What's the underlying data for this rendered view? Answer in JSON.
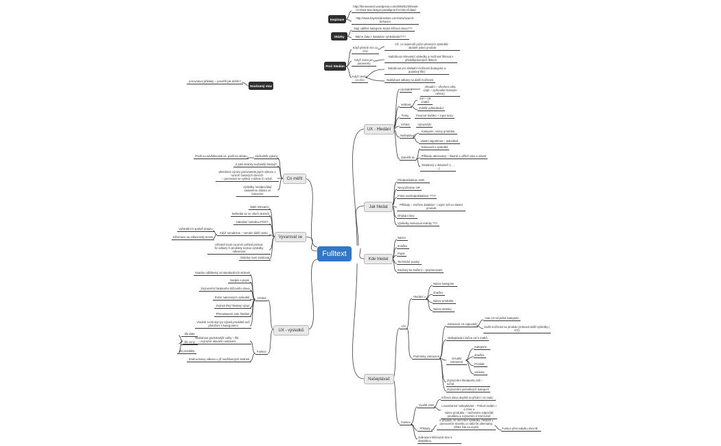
{
  "root": "Fulltext",
  "top_right": {
    "inspirace": {
      "title": "Inspirace",
      "links": [
        "http://themeanest.wordpress.com/2008/01/29/seek-\nor-show-two-design-paradigms-for-lots-of-data/",
        "http://www.baymardinstitute.com/view/search-\nbehavior"
      ]
    },
    "otazky": {
      "title": "Otázky",
      "items": [
        "Mají odlišné kategorie stejná klíčová slova???",
        "Máme data z databáze vyhledávání???"
      ]
    },
    "proc": {
      "title": "Proč hledám",
      "items": [
        "Když přesně vím co chci",
        "Cíl: co nejmenší počet přesných výsledků -\nideálně jeden produkt",
        "Když znám jen parametry",
        "Nabídnout relevantní výsledky a možnost filtrovat v\npředpřipravených filtrech",
        "Když nevím co chci",
        "Nabídnout jen základní možnosti (kategorie a\npodobný filtr)",
        "Nabídnout odkazy na další možnosti"
      ]
    }
  },
  "soucasny": {
    "title": "Současný stav",
    "text": "porovnávej příklady – prověřit jak dobře?"
  },
  "ux_hledani": {
    "title": "UX - Hledání",
    "items": [
      "Umístění",
      "Aktuální – všechen rahu\n(zajít – vyzkoušet hotovým rahem)",
      "Velikost",
      "min – 25 znaků",
      "Zvětšit vyhledávání",
      "Prvky",
      "Povinné tlačítko + input textu",
      "Vzhled",
      "Výraznější",
      "Našeptávač",
      "Kategorie, názvy produktu",
      "vlastní algoritmus – jednotlivě",
      "Relevanční výsledků",
      "Příklady, alternativy – hlavně v užších slov a návrsí",
      "Zkratkový v dotazech (... , ...)",
      "Zaměřit se"
    ]
  },
  "jak_hledat": {
    "title": "Jak hledat",
    "items": [
      "Předpokládáme AND",
      "Nevyužíváme OR",
      "Fráze nepředpokládáme ????",
      "Příklady – tvoříme databázi – nejvíc lidí na vlastní\nprodukt",
      "Ohýbání slov",
      "Výsledky indexovat rebrály ???"
    ]
  },
  "kde_hledat": {
    "title": "Kde hledat",
    "items": [
      "Název",
      "Značka",
      "Popis",
      "Technické popisy",
      "Soubory ke stažení – (pojmenovat)"
    ]
  },
  "naseptavac": {
    "title": "Našeptávač",
    "items": [
      "UX",
      "Hledání v",
      "Název kategorie",
      "Značka",
      "Název produktu",
      "Název stránky",
      "Zobrazení 10 odpovědí",
      "max 10 od jedné kategorie",
      "Další možnosti na produkt (zobrazit další výsledky (\n8?))",
      "Našeptávání začne od 3 znaků",
      "Vizuální zobrazení",
      "Kategorie",
      "Značka",
      "Produkt",
      "Stránka",
      "Zvýraznění hledaného klíč – tučné",
      "Zvýraznění jednotlivých kategorií",
      "Podmínky zobrazení",
      "Funkce",
      "Využití AND",
      "Klíčová slova doplnit za přední i za zadu",
      "Levostranné našeptávání – Pokud zadám i a 3 kw a\nnázev produktu – zachovám odpovídá\nprodůkta a zvýrazním 2 KW tučně",
      "Příklady",
      "V případě, že není tiez výsledku, hledám v\npomocném slovníku a nabízím alternativy\n(PNH žák na mysli)",
      "Funkce přes tabulku slovník",
      "Zobrazení klíčových slov s diakritikou"
    ]
  },
  "co_merit": {
    "title": "Co měřit",
    "items": [
      "Podíl na návštěvnosti vs. podíl na obratu",
      "záchodník vykony",
      "Z jaké stránky nejčastěji hledají?",
      "přeložené výrazy porovnatele jejich výkonu v\nrunech časových úsecích\n– porovnání se vyhled. můžete či ručně.",
      "výsledky neodpovídají zadanému dotazu vs\nkonverze"
    ]
  },
  "vyvarovat": {
    "title": "Vyvarovat se",
    "items": [
      "Malé relevanci",
      "Nehledat se ve všech textech",
      "Odeslání metodou POST",
      "Když nenalezne – nemám další cestu",
      "Vyhledání k správě dotazu",
      "Informace na zákaznický servis",
      "Uživatel musí na první pohled poznat,\nže odkazy či produkty nejsou výsledky odkazovat",
      "Stránka musí existovat"
    ]
  },
  "ux_vysledku": {
    "title": "UX - výsledků",
    "items": [
      "Snadno odlišitelný od standardních stránek",
      "Nadpis a popis",
      "Zvýraznění hledaného klíčového slova",
      "Počet nalezených výsledků",
      "Zvýrazněný hledaný výraz",
      "Přenastavení pole hledání",
      "vhodně zvolit styl tyu výpisů produktů než\npřeložení s kategoriemi",
      "Vzhled",
      "Nabídnout podrobnější volby – filtr\n– zvýraznit aktuální nastavení",
      "dle data",
      "dle ceny",
      "jen produkty",
      "Funkce",
      "Změna barvy odkazu u již navštívených stránek"
    ]
  }
}
